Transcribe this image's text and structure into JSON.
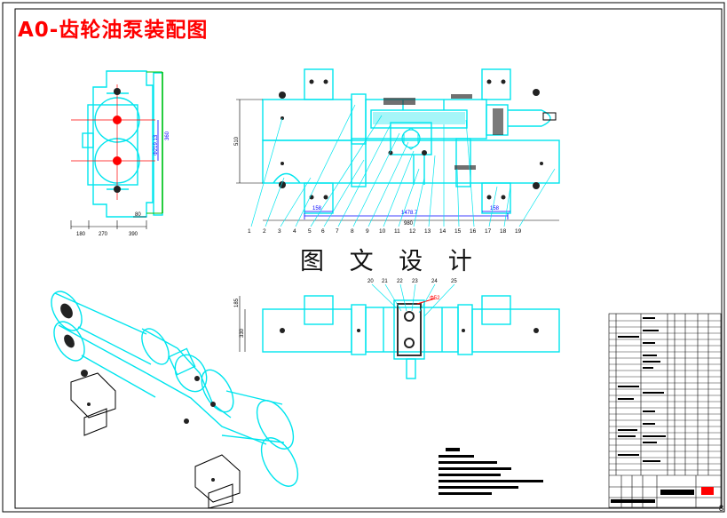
{
  "title": "A0-齿轮油泵装配图",
  "watermark": "图 文 设 计",
  "page_number": "8",
  "dimensions": {
    "overall_length": "1478.7",
    "inner_span": "980",
    "left_offset": "158",
    "right_offset": "158",
    "height_right": "360",
    "height_front": "510",
    "center_distance": "Φ219.13",
    "base_a": "180",
    "base_b": "270",
    "base_c": "390",
    "base_d": "80",
    "section_height_a": "185",
    "section_height_b": "330",
    "section_label": "Φ52"
  },
  "front_balloons": [
    "1",
    "2",
    "3",
    "4",
    "5",
    "6",
    "7",
    "8",
    "9",
    "10",
    "11",
    "12",
    "13",
    "14",
    "15",
    "16",
    "17",
    "18",
    "19"
  ],
  "section_balloons": [
    "20",
    "21",
    "22",
    "23",
    "24",
    "25"
  ],
  "colors": {
    "body": "#00e5ee",
    "dimension": "#0000ff",
    "section_hatch": "#ff0000",
    "extension": "#00c000",
    "title": "#ff0000",
    "line": "#000000"
  }
}
